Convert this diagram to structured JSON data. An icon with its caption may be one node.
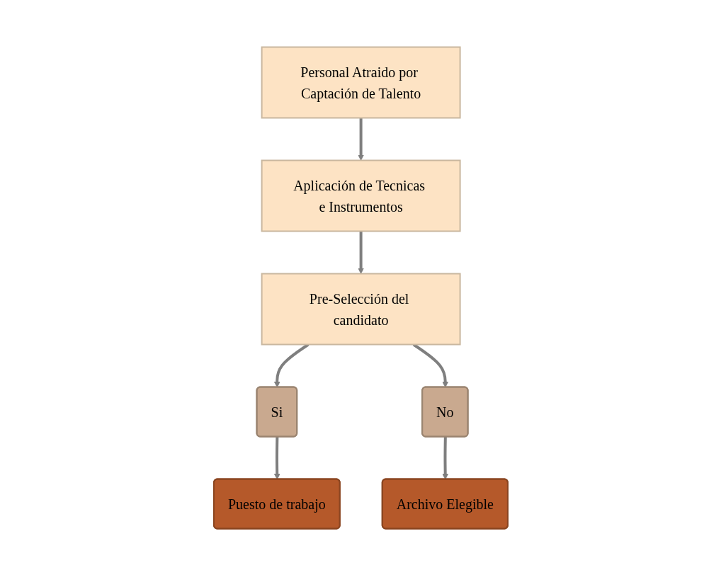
{
  "diagram": {
    "nodes": [
      {
        "text": [
          "Personal Atraido por Captación de Talento"
        ]
      },
      {
        "text": [
          "Aplicación de Tecnicas e Instrumentos"
        ]
      },
      {
        "text": [
          "Pre-Selección del candidato"
        ]
      },
      {
        "text": [
          "Si"
        ]
      },
      {
        "text": [
          "No"
        ]
      },
      {
        "text": [
          "Archivo Elegible"
        ]
      },
      {
        "text": [
          "Puesto de trabajo"
        ]
      }
    ],
    "edges": [
      {
        "from": 0,
        "to": 1,
        "arrow": "to"
      },
      {
        "from": 1,
        "to": 2,
        "arrow": "to"
      },
      {
        "from": 2,
        "to": 3,
        "arrow": "to"
      },
      {
        "from": 2,
        "to": 4,
        "arrow": "to"
      },
      {
        "from": 4,
        "to": 5,
        "arrow": "to"
      },
      {
        "from": 3,
        "to": 6,
        "arrow": "to"
      }
    ]
  }
}
